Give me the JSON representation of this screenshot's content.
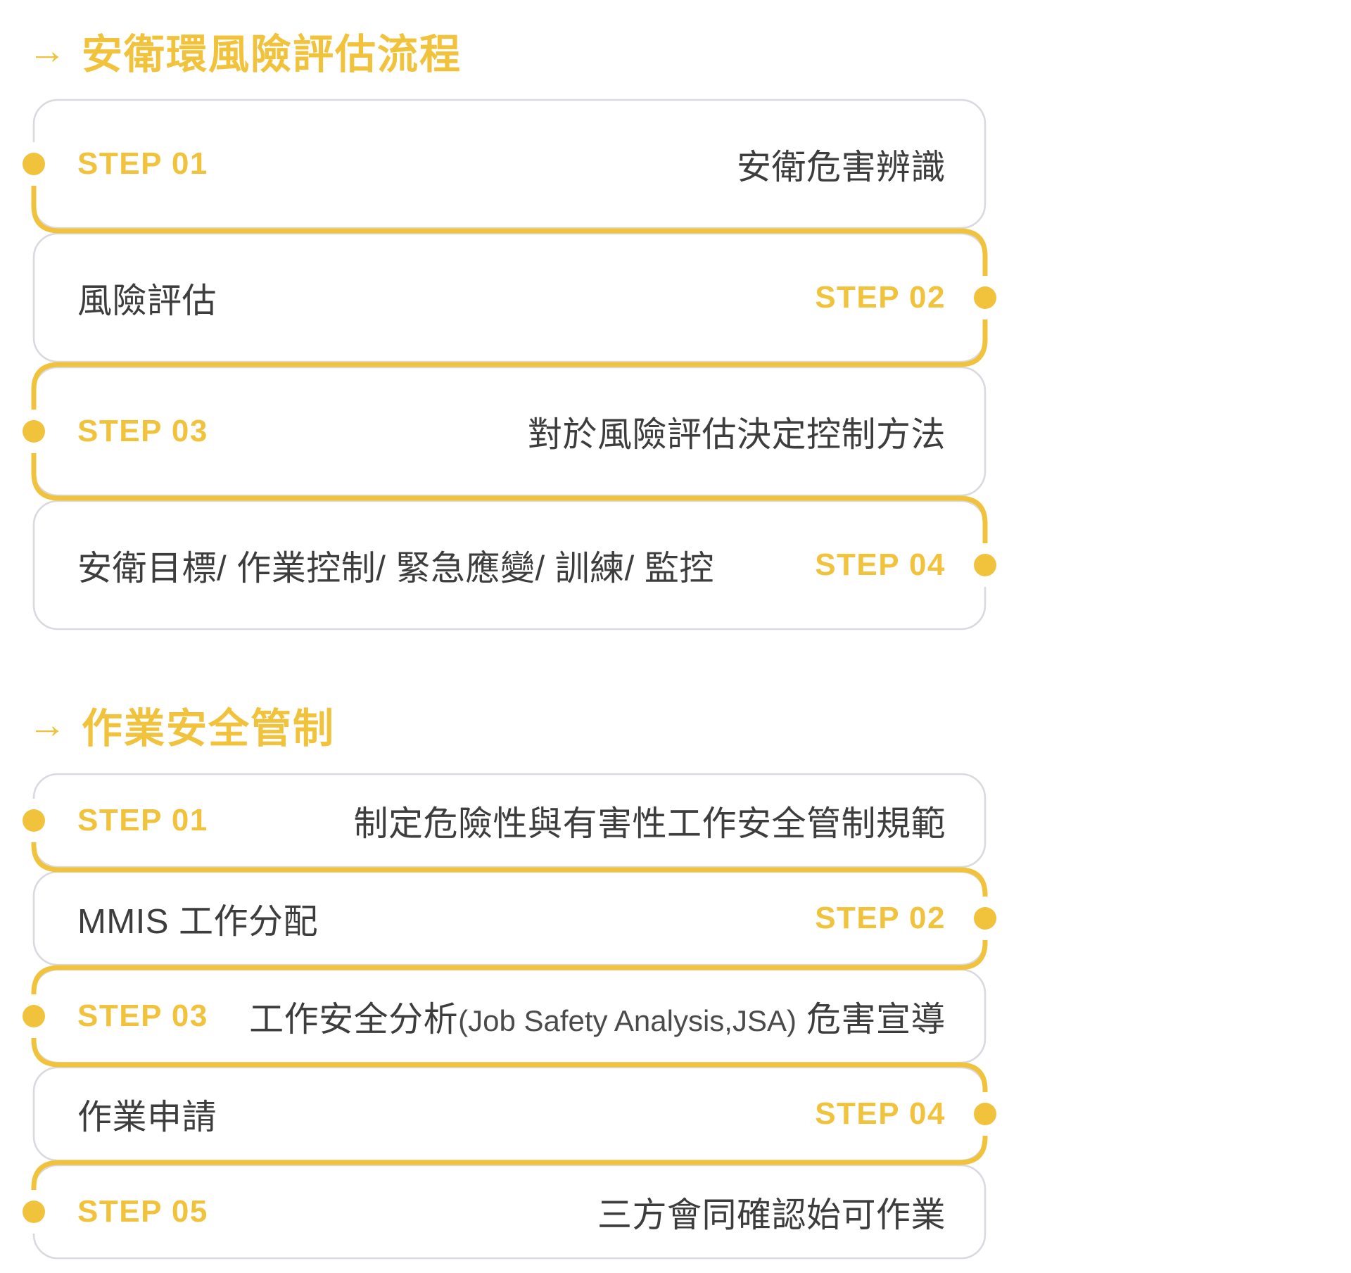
{
  "colors": {
    "accent_yellow": "#F1C33D",
    "border_gray": "#D9D9DF",
    "text_dark": "#3D3D3D"
  },
  "sections": [
    {
      "arrow": "→",
      "title": "安衛環風險評估流程",
      "steps": [
        {
          "label": "STEP 01",
          "side": "left",
          "text": "安衛危害辨識"
        },
        {
          "label": "STEP 02",
          "side": "right",
          "text": "風險評估"
        },
        {
          "label": "STEP 03",
          "side": "left",
          "text": "對於風險評估決定控制方法"
        },
        {
          "label": "STEP 04",
          "side": "right",
          "text": "安衛目標/ 作業控制/ 緊急應變/ 訓練/ 監控"
        }
      ]
    },
    {
      "arrow": "→",
      "title": "作業安全管制",
      "steps": [
        {
          "label": "STEP 01",
          "side": "left",
          "text": "制定危險性與有害性工作安全管制規範"
        },
        {
          "label": "STEP 02",
          "side": "right",
          "text": "MMIS 工作分配"
        },
        {
          "label": "STEP 03",
          "side": "left",
          "text_cjk_lead": "工作安全分析",
          "text_latin": "(Job Safety Analysis,JSA)",
          "text_cjk_tail": "危害宣導"
        },
        {
          "label": "STEP 04",
          "side": "right",
          "text": "作業申請"
        },
        {
          "label": "STEP 05",
          "side": "left",
          "text": "三方會同確認始可作業"
        }
      ]
    }
  ]
}
